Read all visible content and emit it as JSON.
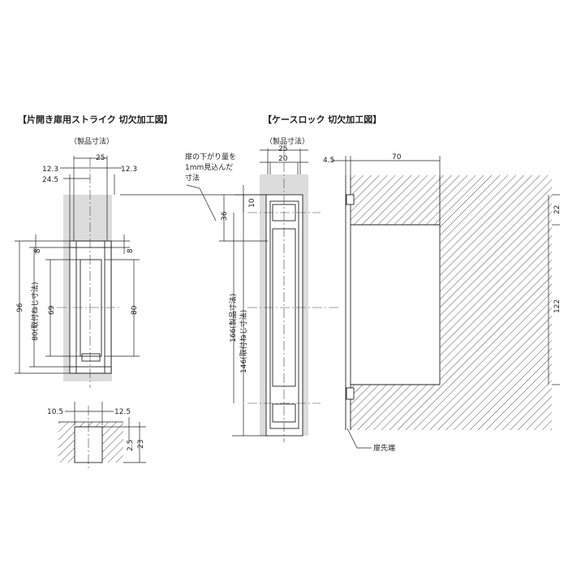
{
  "left_section": {
    "title": "【片開き扉用ストライク 切欠加工図】",
    "product_dim_label": "（製品寸法）",
    "dims": {
      "w25": "25",
      "w12_3_left": "12.3",
      "w12_3_right": "12.3",
      "w24_5": "24.5",
      "h8_left": "8",
      "h8_right": "8",
      "h96": "96",
      "h80_mount": "80(取付ねじ寸法)",
      "h69": "69",
      "h80": "80"
    },
    "section_dims": {
      "w10_5": "10.5",
      "w12_5": "12.5",
      "d2_5": "2.5",
      "d23": "23"
    }
  },
  "right_section": {
    "title": "【ケースロック 切欠加工図】",
    "product_dim_label": "（製品寸法）",
    "note_lines": [
      "扉の下がり量を",
      "1mm見込んだ",
      "寸法"
    ],
    "dims": {
      "w25": "25",
      "w20": "20",
      "h10": "10",
      "h36": "36",
      "h166": "166(製品寸法)",
      "h146": "146(取付ねじ寸法)",
      "w4_5": "4.5",
      "w70": "70",
      "h22": "22",
      "h122": "122"
    },
    "door_edge_label": "扉先端"
  }
}
